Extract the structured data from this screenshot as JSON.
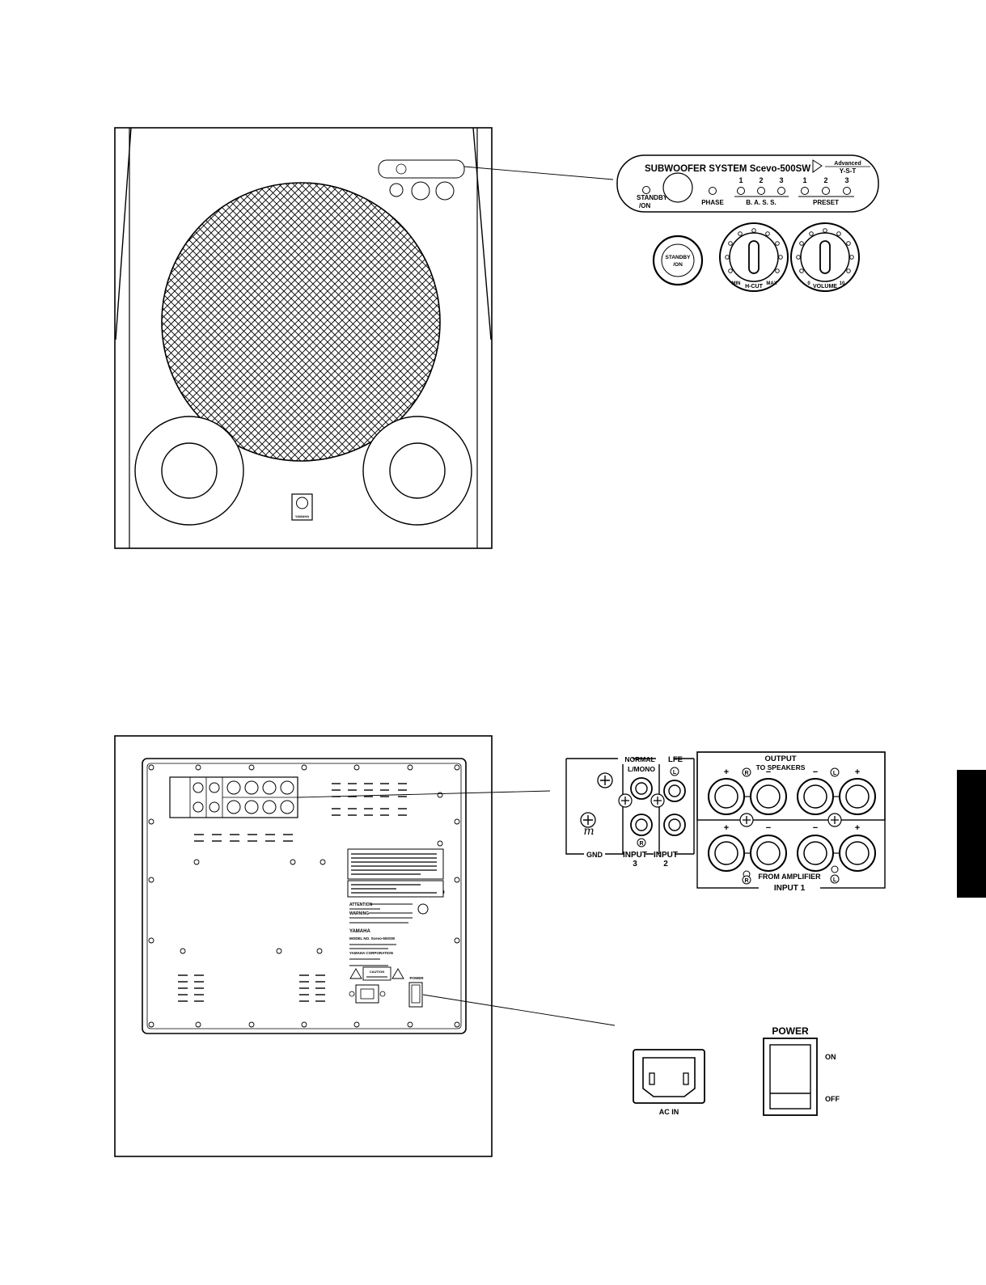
{
  "front_panel": {
    "title": "SUBWOOFER SYSTEM Scevo-500SW",
    "logo_top": "Advanced",
    "logo_bottom": "Y-S-T",
    "standby_label": "STANDBY /ON",
    "phase_label": "PHASE",
    "bass_label": "B. A. S. S.",
    "bass_numbers": [
      "1",
      "2",
      "3"
    ],
    "preset_label": "PRESET",
    "preset_numbers": [
      "1",
      "2",
      "3"
    ],
    "standby_button": "STANDBY /ON",
    "hcut_min": "MIN",
    "hcut_label": "H-CUT",
    "hcut_max": "MAX",
    "volume_min": "0",
    "volume_label": "VOLUME",
    "volume_max": "10",
    "brand_badge": "YAMAHA"
  },
  "rear_panel": {
    "normal_label": "NORMAL",
    "mono_label": "L/MONO",
    "lfe_label": "LFE",
    "output_label": "OUTPUT",
    "to_speakers": "TO SPEAKERS",
    "gnd_label": "GND",
    "input3_label": "INPUT",
    "input3_num": "3",
    "input2_label": "INPUT",
    "input2_num": "2",
    "from_amplifier": "FROM AMPLIFIER",
    "input1_label": "INPUT 1",
    "plus": "+",
    "minus": "−",
    "r": "R",
    "l": "L",
    "power_label": "POWER",
    "on_label": "ON",
    "off_label": "OFF",
    "ac_in_label": "AC IN",
    "brand_plate": "YAMAHA",
    "corp_plate": "YAMAHA CORPORATION",
    "model_plate": "MODEL NO. Scevo-500SW",
    "caution_label": "CAUTION",
    "attention_label": "ATTENTION",
    "warning_label": "WARNING"
  },
  "colors": {
    "ink": "#000000",
    "paper": "#ffffff",
    "panel": "#f7f7f7"
  }
}
